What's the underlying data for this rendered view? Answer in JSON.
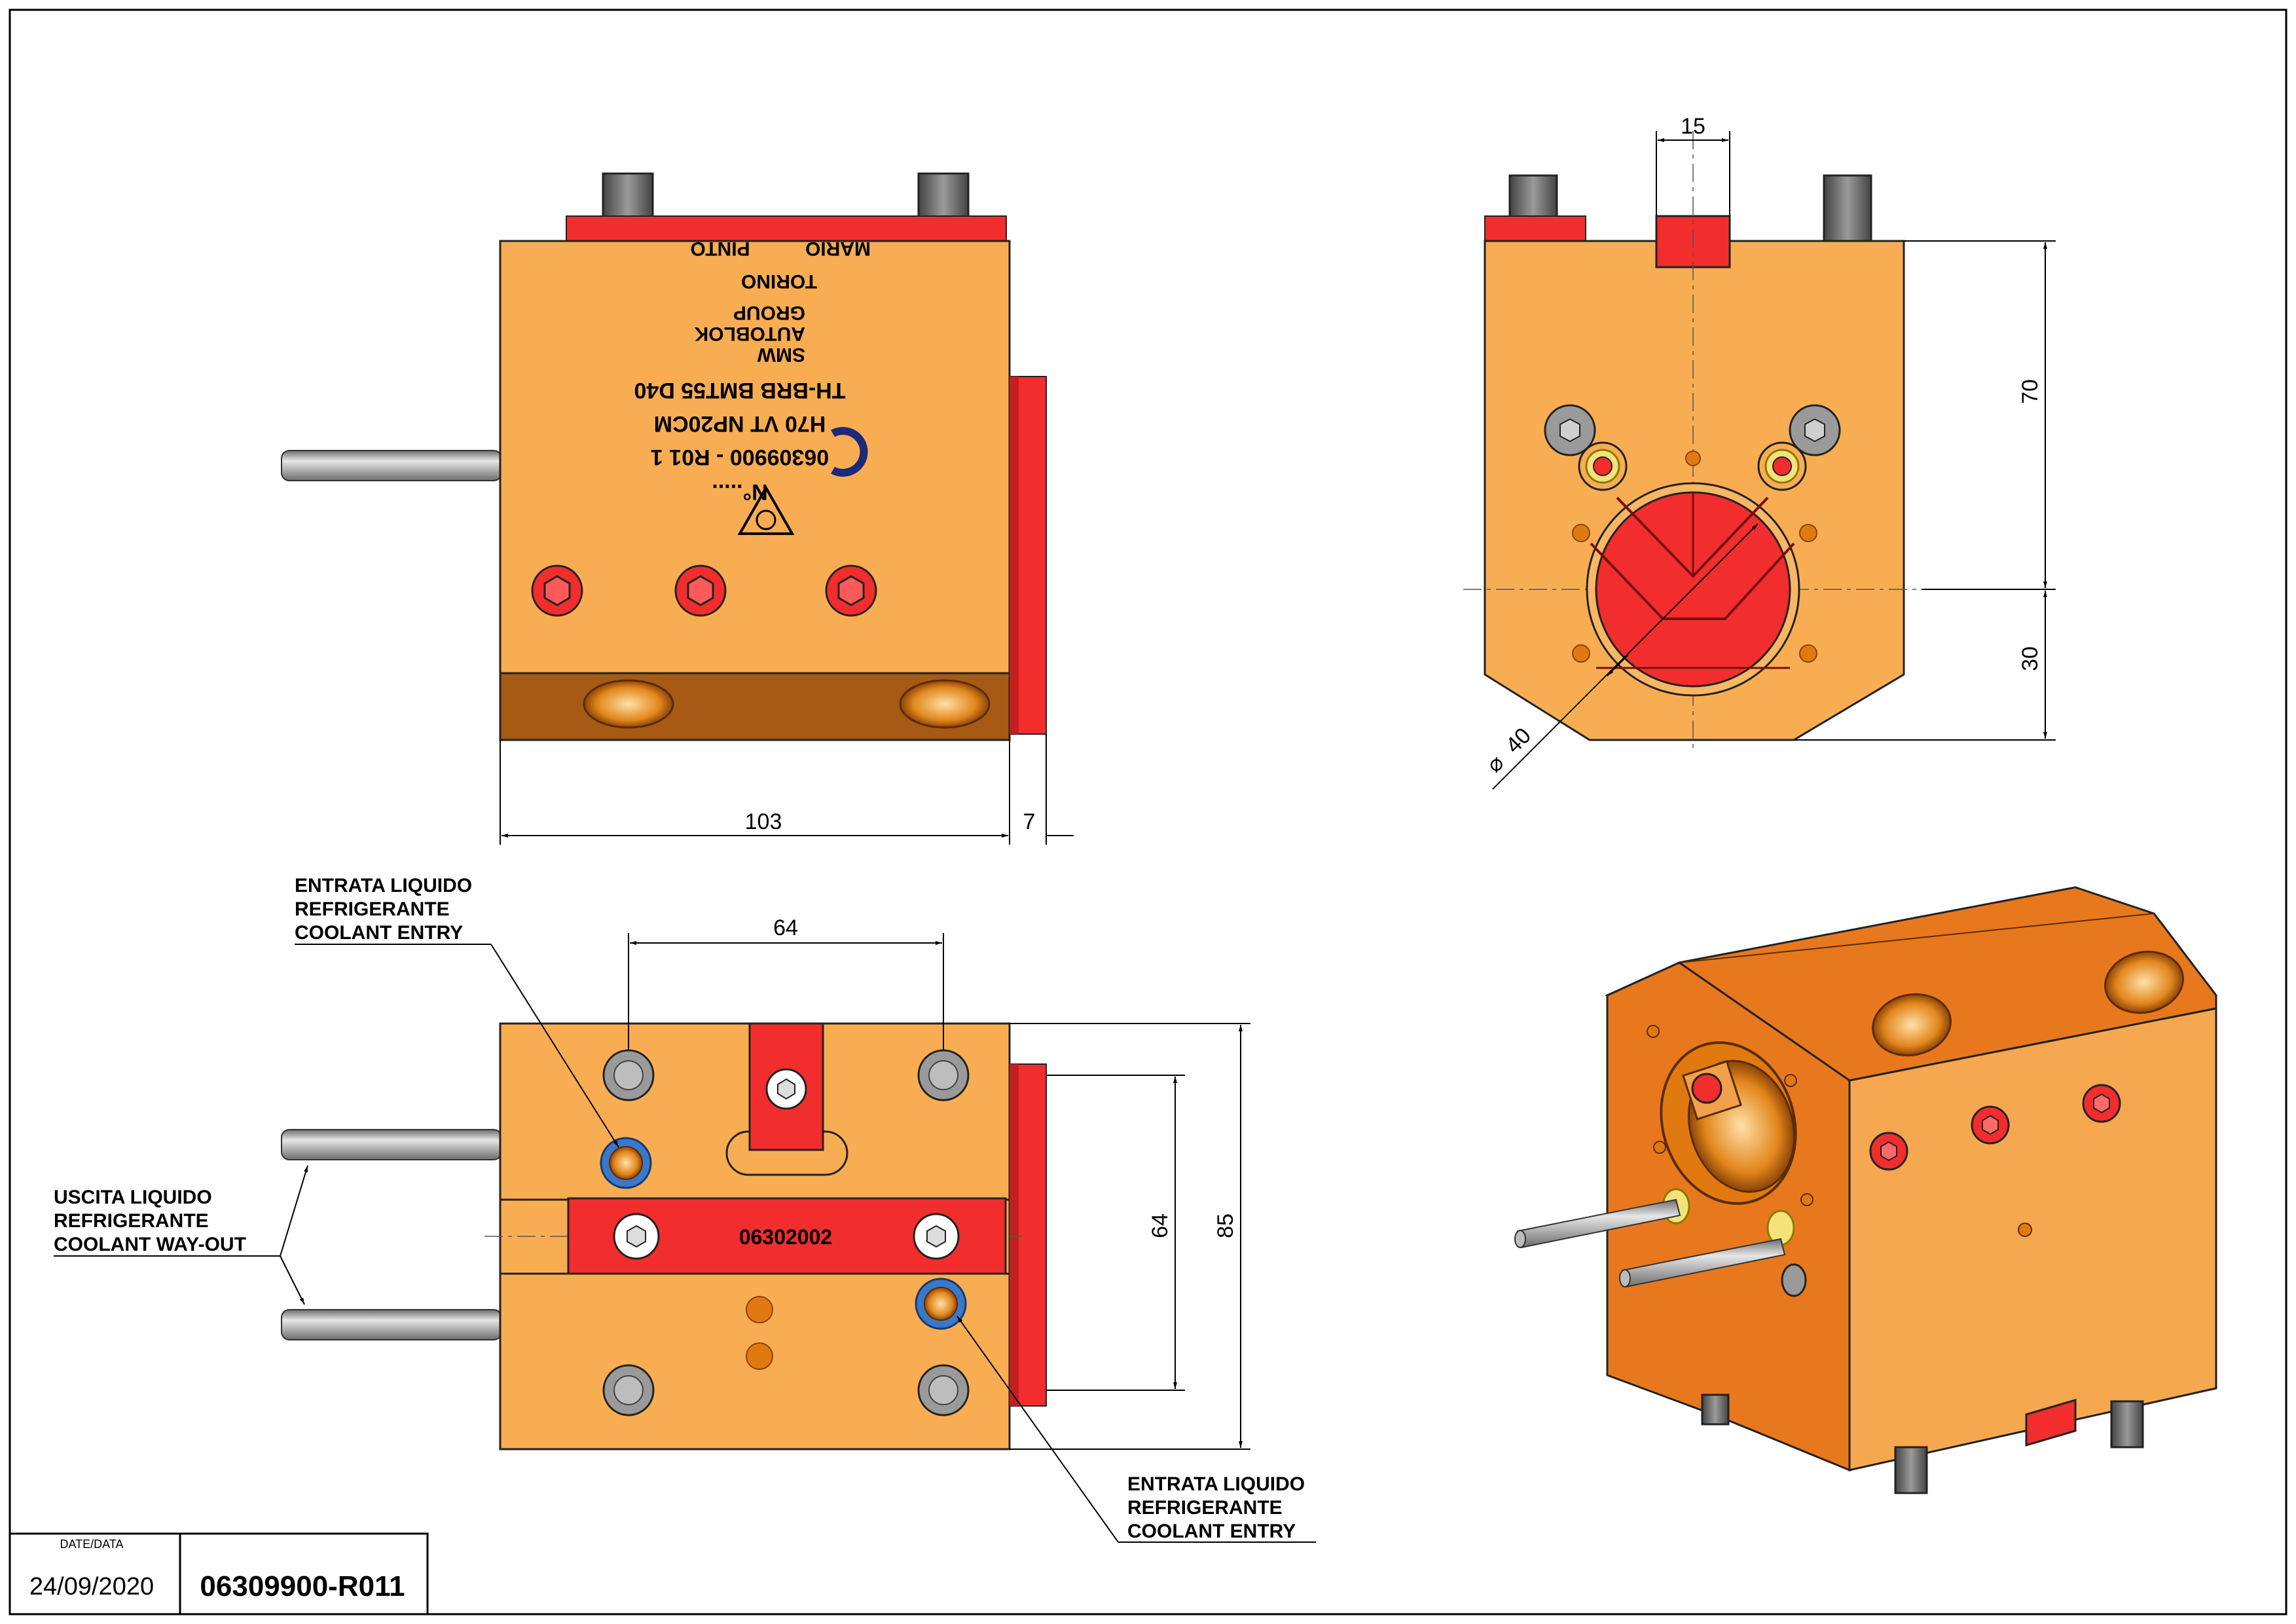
{
  "drawing": {
    "front_view": {
      "engraving": [
        "MARIO",
        "PINTO",
        "TORINO",
        "SMW",
        "AUTOBLOK",
        "GROUP",
        "TH-BRB BMT55 D40",
        "H70 VT NP20CM",
        "06309900 - R01 1",
        "N°....."
      ],
      "dim_width": "103",
      "dim_flange": "7"
    },
    "side_view": {
      "dim_key_width": "15",
      "dim_upper": "70",
      "dim_lower": "30",
      "dim_diameter": "40",
      "diameter_symbol": "⌀"
    },
    "top_view": {
      "dim_holes_h": "64",
      "dim_holes_v": "64",
      "dim_height": "85",
      "key_code": "06302002",
      "label_entry_top": [
        "ENTRATA LIQUIDO",
        "REFRIGERANTE",
        "COOLANT ENTRY"
      ],
      "label_exit": [
        "USCITA LIQUIDO",
        "REFRIGERANTE",
        "COOLANT WAY-OUT"
      ],
      "label_entry_bottom": [
        "ENTRATA LIQUIDO",
        "REFRIGERANTE",
        "COOLANT ENTRY"
      ]
    },
    "title_block": {
      "date_label": "DATE/DATA",
      "date": "24/09/2020",
      "code": "06309900-R011"
    },
    "colors": {
      "body": "#F9AD52",
      "body_dark": "#A65A14",
      "red": "#F22D2D",
      "grey": "#9A9A9A",
      "blue": "#3A78C8",
      "iso_body": "#E8781E",
      "iso_light": "#F6A850"
    }
  }
}
